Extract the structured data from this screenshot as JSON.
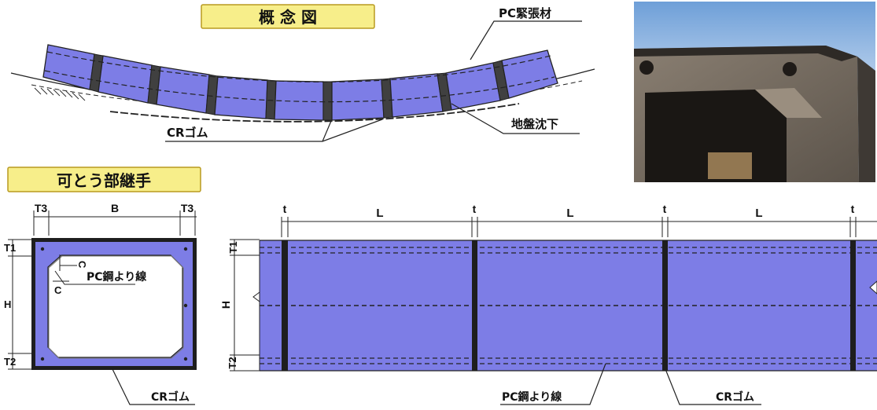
{
  "concept": {
    "title": "概 念 図",
    "label_pc_tendon": "PC緊張材",
    "label_cr_rubber": "CRゴム",
    "label_ground_settlement": "地盤沈下"
  },
  "joint": {
    "title": "可とう部継手",
    "cross_section": {
      "dim_t3_left": "T3",
      "dim_b": "B",
      "dim_t3_right": "T3",
      "dim_t1": "T1",
      "dim_h": "H",
      "dim_t2": "T2",
      "dim_c_upper": "C",
      "dim_c_lower": "C",
      "label_pc_strand": "PC鋼より線",
      "label_cr_rubber": "CRゴム"
    },
    "longitudinal": {
      "dim_t": [
        "t",
        "t",
        "t",
        "t"
      ],
      "dim_l": [
        "L",
        "L",
        "L"
      ],
      "dim_t1": "T1",
      "dim_h": "H",
      "dim_t2": "T2",
      "label_pc_strand": "PC鋼より線",
      "label_cr_rubber": "CRゴム"
    }
  },
  "colors": {
    "concrete_blue": "#7d7de6",
    "rubber_black": "#1e1e1e",
    "header_yellow": "#f7ee8a",
    "header_border": "#b89a20"
  }
}
